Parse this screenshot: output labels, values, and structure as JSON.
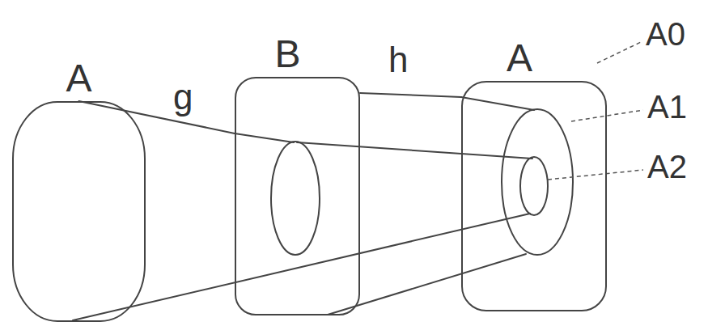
{
  "diagram": {
    "nodes": [
      {
        "text": [
          "A"
        ]
      },
      {
        "text": [
          "B"
        ]
      },
      {
        "text": [
          "A"
        ]
      }
    ],
    "edges": [
      {
        "from": 0,
        "to": 1,
        "label": "g",
        "arrow": "none"
      },
      {
        "from": 1,
        "to": 2,
        "label": "h",
        "arrow": "none"
      }
    ],
    "labels": [
      "A0",
      "A1",
      "A2"
    ]
  }
}
